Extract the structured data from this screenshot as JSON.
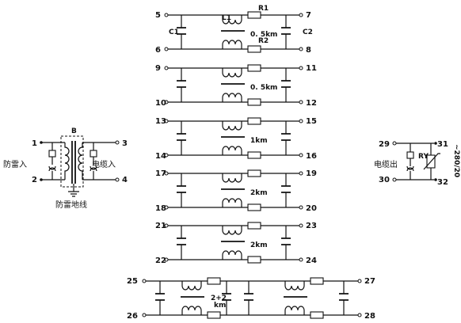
{
  "sections": [
    {
      "pins": [
        "5",
        "6",
        "7",
        "8"
      ],
      "length": "0. 5km",
      "labels": {
        "inductor": "L1",
        "r_top": "R1",
        "r_bottom": "R2",
        "c_left": "C1",
        "c_right": "C2"
      }
    },
    {
      "pins": [
        "9",
        "10",
        "11",
        "12"
      ],
      "length": "0. 5km"
    },
    {
      "pins": [
        "13",
        "14",
        "15",
        "16"
      ],
      "length": "1km"
    },
    {
      "pins": [
        "17",
        "18",
        "19",
        "20"
      ],
      "length": "2km"
    },
    {
      "pins": [
        "21",
        "22",
        "23",
        "24"
      ],
      "length": "2km"
    }
  ],
  "double_section": {
    "pins": [
      "25",
      "26",
      "27",
      "28"
    ],
    "length_top": "2+2",
    "length_bottom": "km"
  },
  "transformer": {
    "label": "B",
    "pins": [
      "1",
      "2",
      "3",
      "4"
    ],
    "left_label": "防雷入",
    "right_label": "电缆入",
    "ground_label": "防雷地线"
  },
  "output": {
    "pins": [
      "29",
      "30",
      "31",
      "32"
    ],
    "resistor_label": "RY",
    "left_label": "电缆出",
    "side_label": "~280/20"
  }
}
